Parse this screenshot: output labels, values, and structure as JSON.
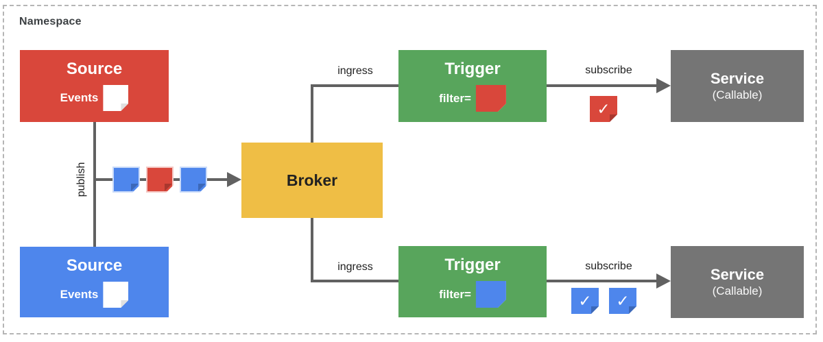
{
  "namespace": {
    "label": "Namespace"
  },
  "palette": {
    "red": "#D9473B",
    "blue": "#4E86EC",
    "green": "#58A55C",
    "yellow": "#EFBE45",
    "gray": "#757575",
    "line": "#616161",
    "label": "#212121",
    "heading": "#3C4043",
    "frame_border": "#B5B5B5"
  },
  "nodes": {
    "source_top": {
      "title": "Source",
      "events_label": "Events",
      "color": "red"
    },
    "source_bottom": {
      "title": "Source",
      "events_label": "Events",
      "color": "blue"
    },
    "broker": {
      "title": "Broker"
    },
    "trigger_top": {
      "title": "Trigger",
      "filter_label": "filter=",
      "filter_color": "red"
    },
    "trigger_bottom": {
      "title": "Trigger",
      "filter_label": "filter=",
      "filter_color": "blue"
    },
    "service_top": {
      "title": "Service",
      "subtitle": "(Callable)"
    },
    "service_bottom": {
      "title": "Service",
      "subtitle": "(Callable)"
    }
  },
  "edges": {
    "publish": {
      "label": "publish",
      "stream": [
        "blue",
        "red",
        "blue"
      ]
    },
    "ingress_top": {
      "label": "ingress"
    },
    "ingress_bottom": {
      "label": "ingress"
    },
    "subscribe_top": {
      "label": "subscribe",
      "delivered_events": [
        "red"
      ]
    },
    "subscribe_bottom": {
      "label": "subscribe",
      "delivered_events": [
        "blue",
        "blue"
      ]
    }
  },
  "icons": {
    "check": "✓"
  }
}
